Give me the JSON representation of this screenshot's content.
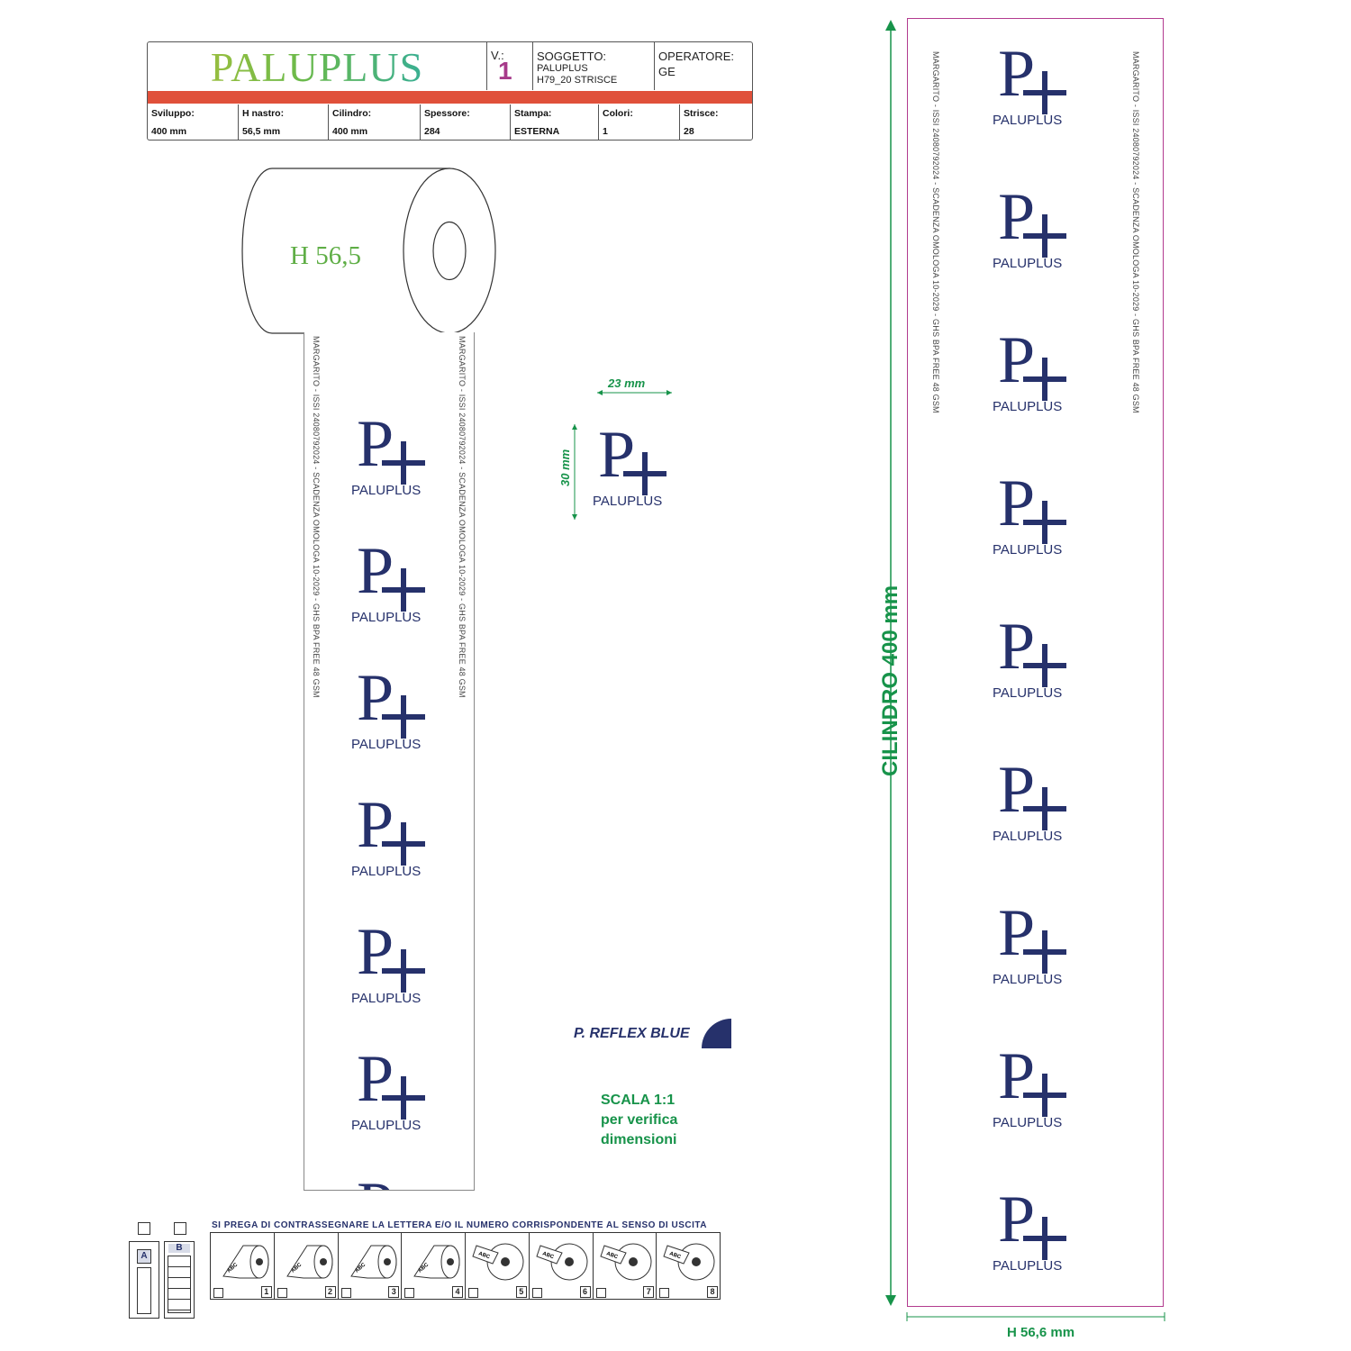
{
  "header": {
    "brand": "PALUPLUS",
    "version_label": "V.:",
    "version_value": "1",
    "subject_label": "SOGGETTO:",
    "subject_line1": "PALUPLUS",
    "subject_line2": "H79_20 STRISCE",
    "operator_label": "OPERATORE:",
    "operator_value": "GE"
  },
  "specs": [
    {
      "label": "Sviluppo:",
      "value": "400 mm"
    },
    {
      "label": "H nastro:",
      "value": "56,5 mm"
    },
    {
      "label": "Cilindro:",
      "value": "400 mm"
    },
    {
      "label": "Spessore:",
      "value": "284"
    },
    {
      "label": "Stampa:",
      "value": "ESTERNA"
    },
    {
      "label": "Colori:",
      "value": "1"
    },
    {
      "label": "Strisce:",
      "value": "28"
    }
  ],
  "roll_label": "H 56,5",
  "logo_name": "PALUPLUS",
  "strip_text": "MARGARITO - ISSI 24080792024 - SCADENZA OMOLOGA 10-2029 - GHS BPA FREE 48 GSM",
  "dim_width": "23 mm",
  "dim_height": "30 mm",
  "reflex_label": "P. REFLEX BLUE",
  "scale_line1": "SCALA 1:1",
  "scale_line2": "per verifica",
  "scale_line3": "dimensioni",
  "exit_note": "SI PREGA DI CONTRASSEGNARE LA LETTERA E/O IL NUMERO CORRISPONDENTE AL SENSO DI USCITA",
  "exit_numbers": [
    "1",
    "2",
    "3",
    "4",
    "5",
    "6",
    "7",
    "8"
  ],
  "exit_roll_text": "ABC",
  "side_letters": [
    "A",
    "B"
  ],
  "cilindro_label": "CILINDRO 400 mm",
  "h566_label": "H 56,6 mm",
  "colors": {
    "brand_blue": "#26316b",
    "accent_green": "#17934a",
    "red_bar": "#e0503a",
    "frame_magenta": "#b23b8f"
  }
}
